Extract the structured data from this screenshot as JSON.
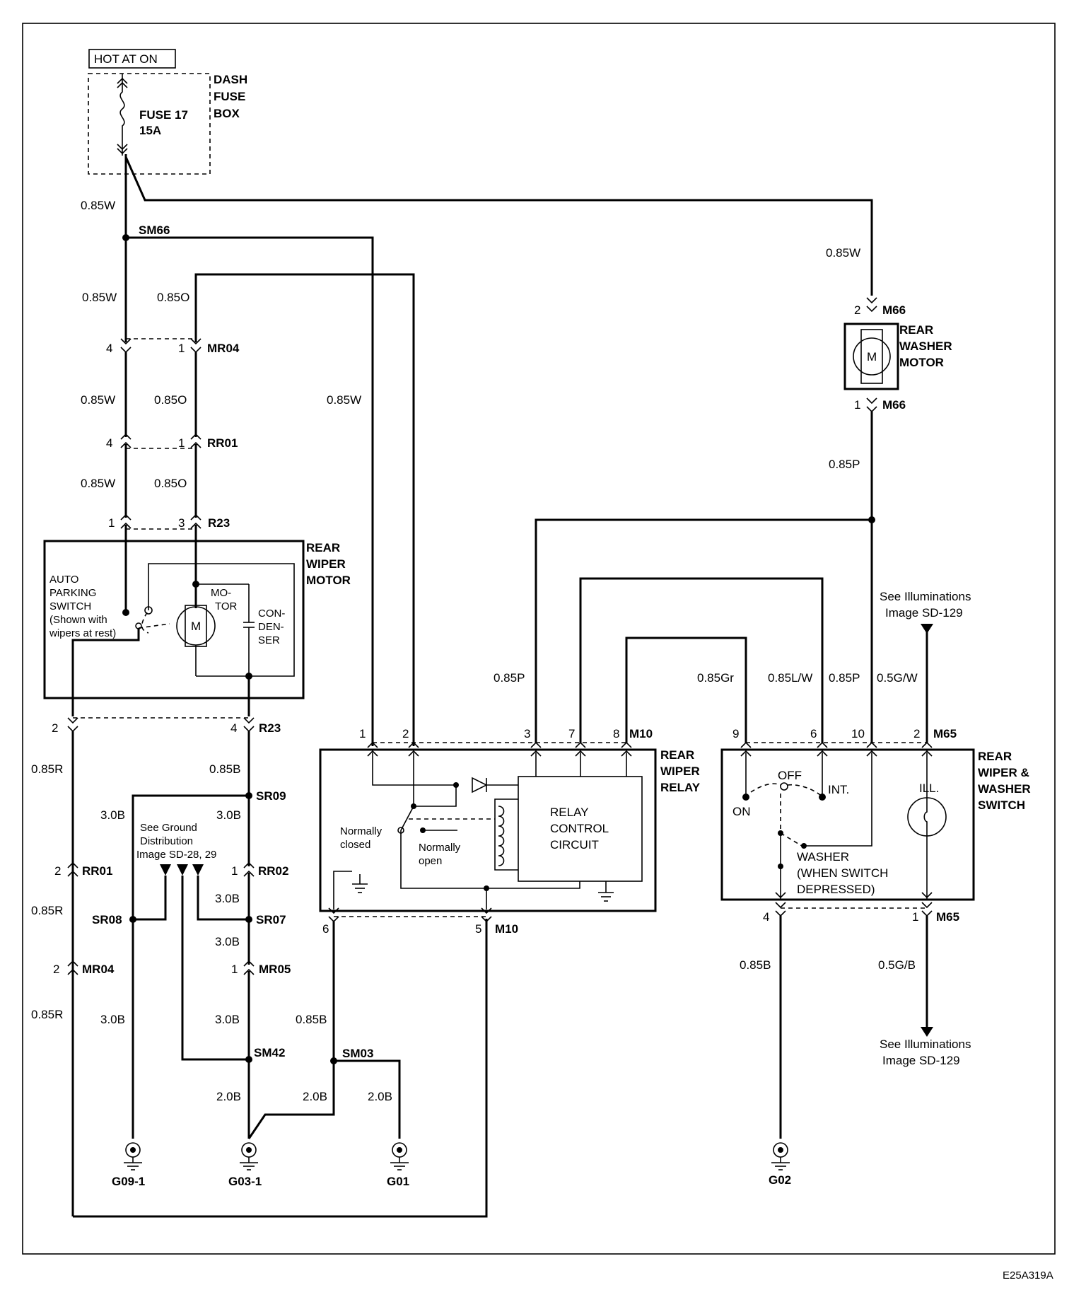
{
  "hot_label": "HOT AT ON",
  "dash_fuse_box": [
    "DASH",
    "FUSE",
    "BOX"
  ],
  "fuse": [
    "FUSE 17",
    "15A"
  ],
  "wires": {
    "w085W_main": "0.85W",
    "w085W_a": "0.85W",
    "w085O_a": "0.85O",
    "w085W_b": "0.85W",
    "w085O_b": "0.85O",
    "w085W_c": "0.85W",
    "w085O_c": "0.85O",
    "w085W_relay": "0.85W",
    "w085W_washer": "0.85W",
    "w085P_washer": "0.85P",
    "w085P_relay3": "0.85P",
    "w085Gr": "0.85Gr",
    "w085LW": "0.85L/W",
    "w085P_sw10": "0.85P",
    "w05GW": "0.5G/W",
    "w085R_a": "0.85R",
    "w085B_a": "0.85B",
    "w30B_a": "3.0B",
    "w30B_b": "3.0B",
    "w085R_b": "0.85R",
    "w30B_c": "3.0B",
    "w30B_d": "3.0B",
    "w085R_c": "0.85R",
    "w30B_e": "3.0B",
    "w30B_f": "3.0B",
    "w085B_b": "0.85B",
    "w20B_a": "2.0B",
    "w20B_b": "2.0B",
    "w20B_c": "2.0B",
    "w085B_c": "0.85B",
    "w05GB": "0.5G/B"
  },
  "connectors": {
    "SM66": "SM66",
    "MR04": "MR04",
    "RR01": "RR01",
    "R23_top": "R23",
    "R23_bot": "R23",
    "M66_top": "M66",
    "M66_bot": "M66",
    "M10_top": "M10",
    "M10_bot": "M10",
    "M65_top": "M65",
    "M65_bot": "M65",
    "SR09": "SR09",
    "RR01_b": "RR01",
    "RR02": "RR02",
    "SR08": "SR08",
    "SR07": "SR07",
    "MR04_b": "MR04",
    "MR05": "MR05",
    "SM42": "SM42",
    "SM03": "SM03"
  },
  "pins": {
    "mr04_4": "4",
    "mr04_1": "1",
    "rr01_4": "4",
    "rr01_1": "1",
    "r23_1": "1",
    "r23_3": "3",
    "m66_2": "2",
    "m66_1": "1",
    "r23b_2": "2",
    "r23b_4": "4",
    "m10_1": "1",
    "m10_2": "2",
    "m10_3": "3",
    "m10_7": "7",
    "m10_8": "8",
    "m10_6": "6",
    "m10_5": "5",
    "m65_9": "9",
    "m65_6": "6",
    "m65_10": "10",
    "m65_2": "2",
    "m65_4": "4",
    "m65_1": "1",
    "rr01b_2": "2",
    "rr02_1": "1",
    "mr04b_2": "2",
    "mr05_1": "1"
  },
  "components": {
    "rear_washer_motor": [
      "REAR",
      "WASHER",
      "MOTOR"
    ],
    "rear_wiper_motor": [
      "REAR",
      "WIPER",
      "MOTOR"
    ],
    "rear_wiper_relay": [
      "REAR",
      "WIPER",
      "RELAY"
    ],
    "rear_wiper_washer_switch": [
      "REAR",
      "WIPER &",
      "WASHER",
      "SWITCH"
    ],
    "motor_symbol": "M",
    "auto_parking": [
      "AUTO",
      "PARKING",
      "SWITCH",
      "(Shown with",
      "wipers at rest)"
    ],
    "motor_label": [
      "MO-",
      "TOR"
    ],
    "condenser": [
      "CON-",
      "DEN-",
      "SER"
    ],
    "relay_control": [
      "RELAY",
      "CONTROL",
      "CIRCUIT"
    ],
    "normally_closed": [
      "Normally",
      "closed"
    ],
    "normally_open": [
      "Normally",
      "open"
    ],
    "sw_off": "OFF",
    "sw_int": "INT.",
    "sw_on": "ON",
    "sw_ill": "ILL.",
    "sw_washer": [
      "WASHER",
      "(WHEN SWITCH",
      "DEPRESSED)"
    ]
  },
  "references": {
    "illum_top": [
      "See Illuminations",
      "Image  SD-129"
    ],
    "illum_bot": [
      "See Illuminations",
      "Image  SD-129"
    ],
    "ground_dist": [
      "See Ground",
      "Distribution",
      "Image SD-28, 29"
    ]
  },
  "grounds": {
    "G09": "G09-1",
    "G03": "G03-1",
    "G01": "G01",
    "G02": "G02"
  },
  "figure_id": "E25A319A"
}
